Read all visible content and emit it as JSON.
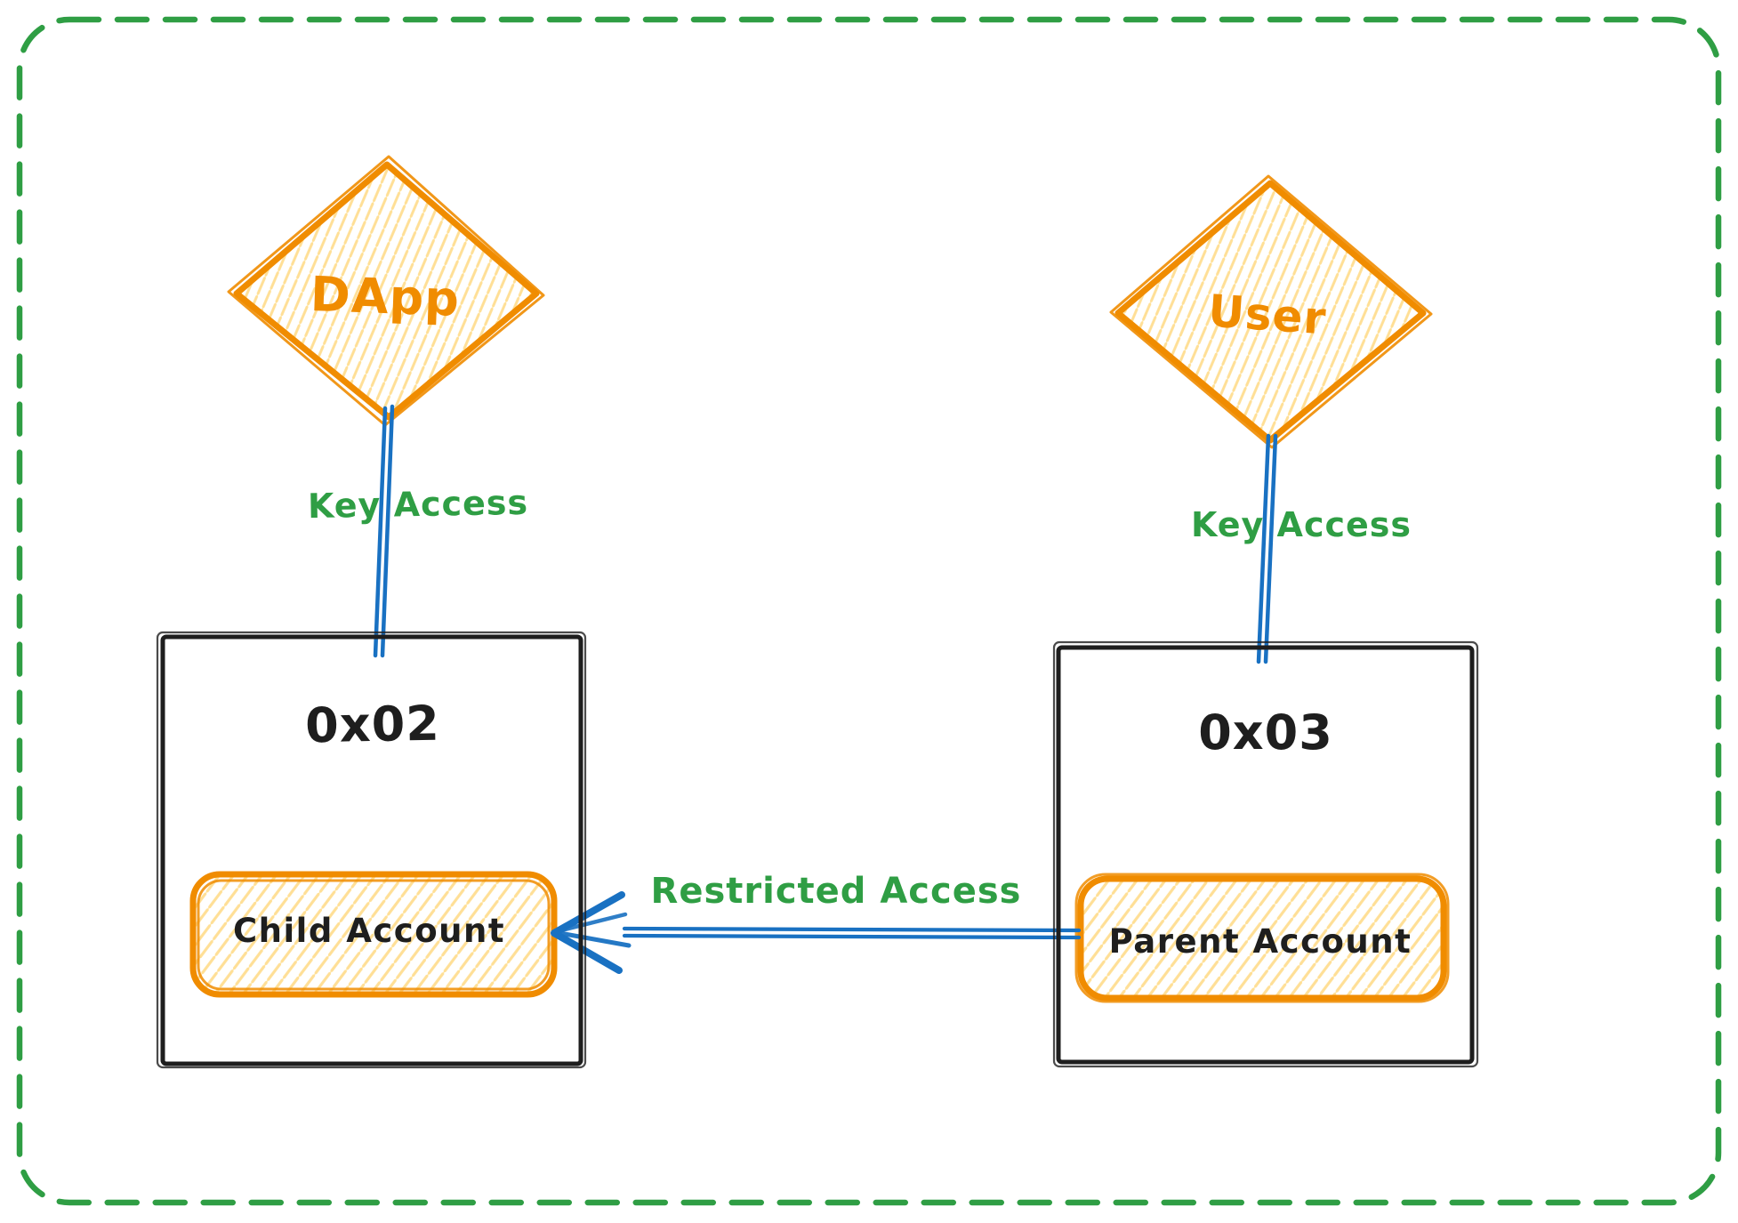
{
  "canvas": {
    "background": "#ffffff",
    "frame_style": "dashed-rounded",
    "frame_color": "#2f9e44"
  },
  "palette": {
    "orange_stroke": "#f08c00",
    "orange_hatch_fill": "#ffdf96",
    "blue_connector": "#1971c2",
    "green_label": "#2f9e44",
    "black_stroke": "#1e1e1e"
  },
  "nodes": {
    "dapp": {
      "label": "DApp",
      "shape": "diamond",
      "color": "#f08c00"
    },
    "user": {
      "label": "User",
      "shape": "diamond",
      "color": "#f08c00"
    },
    "box_left": {
      "title": "0x02",
      "shape": "rectangle",
      "color": "#1e1e1e"
    },
    "box_right": {
      "title": "0x03",
      "shape": "rectangle",
      "color": "#1e1e1e"
    },
    "child_account": {
      "label": "Child Account",
      "shape": "rounded-rectangle",
      "color": "#f08c00"
    },
    "parent_account": {
      "label": "Parent Account",
      "shape": "rounded-rectangle",
      "color": "#f08c00"
    }
  },
  "edges": {
    "dapp_to_left": {
      "label": "Key Access",
      "color": "#1971c2",
      "label_color": "#2f9e44",
      "from": "DApp",
      "to": "0x02"
    },
    "user_to_right": {
      "label": "Key Access",
      "color": "#1971c2",
      "label_color": "#2f9e44",
      "from": "User",
      "to": "0x03"
    },
    "parent_to_child": {
      "label": "Restricted Access",
      "color": "#1971c2",
      "label_color": "#2f9e44",
      "from": "Parent Account",
      "to": "Child Account"
    }
  }
}
